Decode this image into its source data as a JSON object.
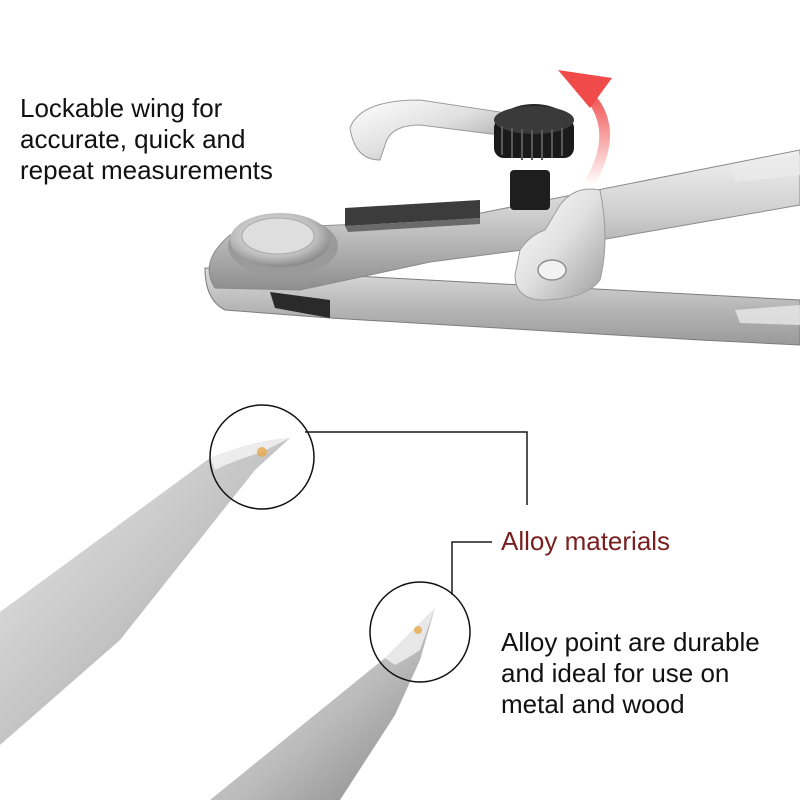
{
  "top_callout": {
    "text": "Lockable wing for\naccurate, quick and\nrepeat measurements"
  },
  "bottom_callout": {
    "heading": "Alloy materials",
    "heading_color": "#7a1f1f",
    "body": "Alloy point are durable\nand ideal for use on\nmetal and wood"
  },
  "colors": {
    "steel_light": "#e6e6e6",
    "steel_mid": "#b4b4b4",
    "steel_dark": "#858585",
    "arrow": "#f04a4a",
    "leader_line": "#1a1a1a"
  },
  "objects": [
    "divider-hinge",
    "lockable-wing",
    "thumb-screw",
    "rotation-arrow",
    "alloy-point",
    "zoom-circle"
  ]
}
